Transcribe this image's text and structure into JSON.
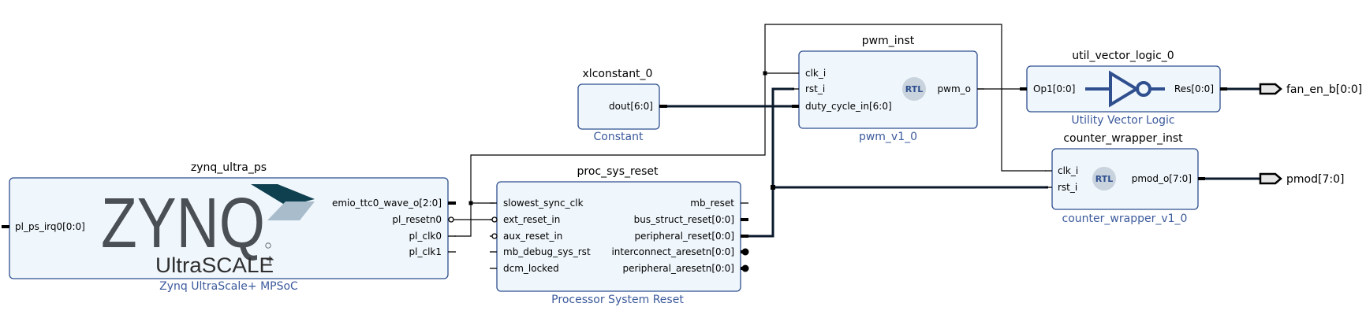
{
  "blocks": {
    "zynq": {
      "title": "zynq_ultra_ps",
      "subtitle": "Zynq UltraScale+ MPSoC",
      "logo_text": "ZYNQ",
      "logo_sub": "UltraSCALE",
      "logo_plus": "+",
      "pins": {
        "pl_ps_irq0": "pl_ps_irq0[0:0]",
        "emio_ttc0_wave_o": "emio_ttc0_wave_o[2:0]",
        "pl_resetn0": "pl_resetn0",
        "pl_clk0": "pl_clk0",
        "pl_clk1": "pl_clk1"
      }
    },
    "proc_sys_reset": {
      "title": "proc_sys_reset",
      "subtitle": "Processor System Reset",
      "pins": {
        "slowest_sync_clk": "slowest_sync_clk",
        "ext_reset_in": "ext_reset_in",
        "aux_reset_in": "aux_reset_in",
        "mb_debug_sys_rst": "mb_debug_sys_rst",
        "dcm_locked": "dcm_locked",
        "mb_reset": "mb_reset",
        "bus_struct_reset": "bus_struct_reset[0:0]",
        "peripheral_reset": "peripheral_reset[0:0]",
        "interconnect_aresetn": "interconnect_aresetn[0:0]",
        "peripheral_aresetn": "peripheral_aresetn[0:0]"
      }
    },
    "xlconstant": {
      "title": "xlconstant_0",
      "subtitle": "Constant",
      "pins": {
        "dout": "dout[6:0]"
      }
    },
    "pwm": {
      "title": "pwm_inst",
      "subtitle": "pwm_v1_0",
      "rtl_badge": "RTL",
      "pins": {
        "clk_i": "clk_i",
        "rst_i": "rst_i",
        "duty_cycle_in": "duty_cycle_in[6:0]",
        "pwm_o": "pwm_o"
      }
    },
    "util": {
      "title": "util_vector_logic_0",
      "subtitle": "Utility Vector Logic",
      "pins": {
        "op1": "Op1[0:0]",
        "res": "Res[0:0]"
      }
    },
    "counter": {
      "title": "counter_wrapper_inst",
      "subtitle": "counter_wrapper_v1_0",
      "rtl_badge": "RTL",
      "pins": {
        "clk_i": "clk_i",
        "rst_i": "rst_i",
        "pmod_o": "pmod_o[7:0]"
      }
    }
  },
  "ports": {
    "fan_en_b": "fan_en_b[0:0]",
    "pmod": "pmod[7:0]"
  },
  "colors": {
    "block_fill": "#eff6fc",
    "block_stroke": "#2f4f8f",
    "subtitle": "#3c5a9c",
    "logo_gray": "#4a4f55",
    "logo_teal": "#0f4050",
    "logo_light": "#a9bccb",
    "inverter": "#2f4f8f",
    "rtl_circle": "#c8d3dd",
    "rtl_text": "#2f4f8f"
  }
}
